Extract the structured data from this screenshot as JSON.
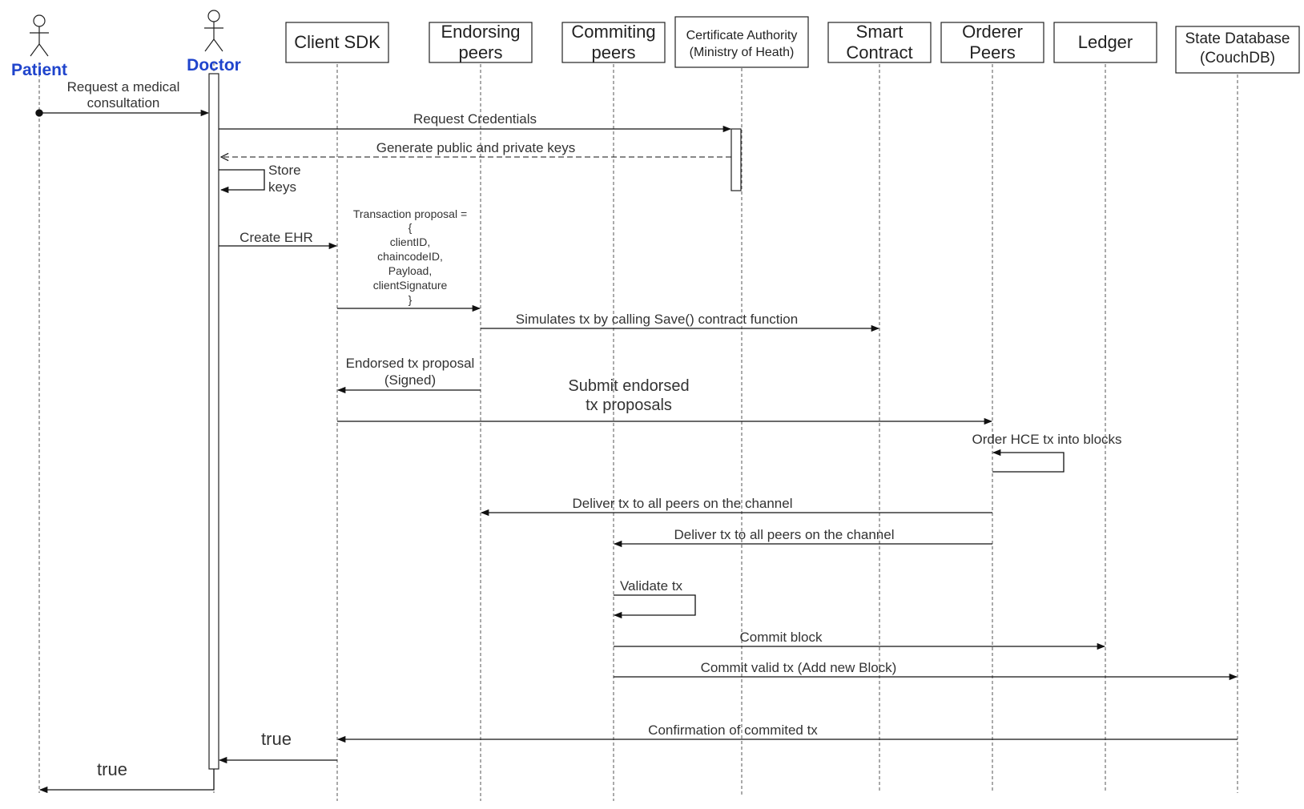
{
  "actors": [
    {
      "id": "patient",
      "label": "Patient"
    },
    {
      "id": "doctor",
      "label": "Doctor"
    }
  ],
  "participants": [
    {
      "id": "client-sdk",
      "lines": [
        "Client SDK"
      ]
    },
    {
      "id": "endorsing-peers",
      "lines": [
        "Endorsing",
        "peers"
      ]
    },
    {
      "id": "commiting-peers",
      "lines": [
        "Commiting",
        "peers"
      ]
    },
    {
      "id": "certificate-authority",
      "lines": [
        "Certificate Authority",
        "(Ministry of Heath)"
      ]
    },
    {
      "id": "smart-contract",
      "lines": [
        "Smart",
        "Contract"
      ]
    },
    {
      "id": "orderer-peers",
      "lines": [
        "Orderer",
        "Peers"
      ]
    },
    {
      "id": "ledger",
      "lines": [
        "Ledger"
      ]
    },
    {
      "id": "state-database",
      "lines": [
        "State Database",
        "(CouchDB)"
      ]
    }
  ],
  "messages": [
    {
      "id": "request-consultation",
      "lines": [
        "Request a medical",
        "consultation"
      ]
    },
    {
      "id": "request-credentials",
      "lines": [
        "Request Credentials"
      ]
    },
    {
      "id": "generate-keys",
      "lines": [
        "Generate  public and private keys"
      ]
    },
    {
      "id": "store-keys",
      "lines": [
        "Store",
        "keys"
      ]
    },
    {
      "id": "create-ehr",
      "lines": [
        "Create EHR"
      ]
    },
    {
      "id": "transaction-proposal",
      "lines": [
        "Transaction proposal  =",
        "{",
        "clientID,",
        "chaincodeID,",
        "Payload,",
        "clientSignature",
        "}"
      ]
    },
    {
      "id": "simulate-tx",
      "lines": [
        "Simulates tx by calling Save() contract function"
      ]
    },
    {
      "id": "endorsed-proposal",
      "lines": [
        "Endorsed tx proposal",
        "(Signed)"
      ]
    },
    {
      "id": "submit-endorsed",
      "lines": [
        "Submit endorsed",
        "tx proposals"
      ]
    },
    {
      "id": "order-tx",
      "lines": [
        "Order HCE tx into blocks"
      ]
    },
    {
      "id": "deliver-endorsing",
      "lines": [
        "Deliver tx to all peers on the channel"
      ]
    },
    {
      "id": "deliver-commiting",
      "lines": [
        "Deliver tx to all peers on the channel"
      ]
    },
    {
      "id": "validate-tx",
      "lines": [
        "Validate tx"
      ]
    },
    {
      "id": "commit-block",
      "lines": [
        "Commit block"
      ]
    },
    {
      "id": "commit-valid",
      "lines": [
        "Commit valid tx (Add new Block)"
      ]
    },
    {
      "id": "confirmation",
      "lines": [
        "Confirmation of commited tx"
      ]
    },
    {
      "id": "return-to-doctor",
      "lines": [
        "true"
      ]
    },
    {
      "id": "return-to-patient",
      "lines": [
        "true"
      ]
    }
  ]
}
